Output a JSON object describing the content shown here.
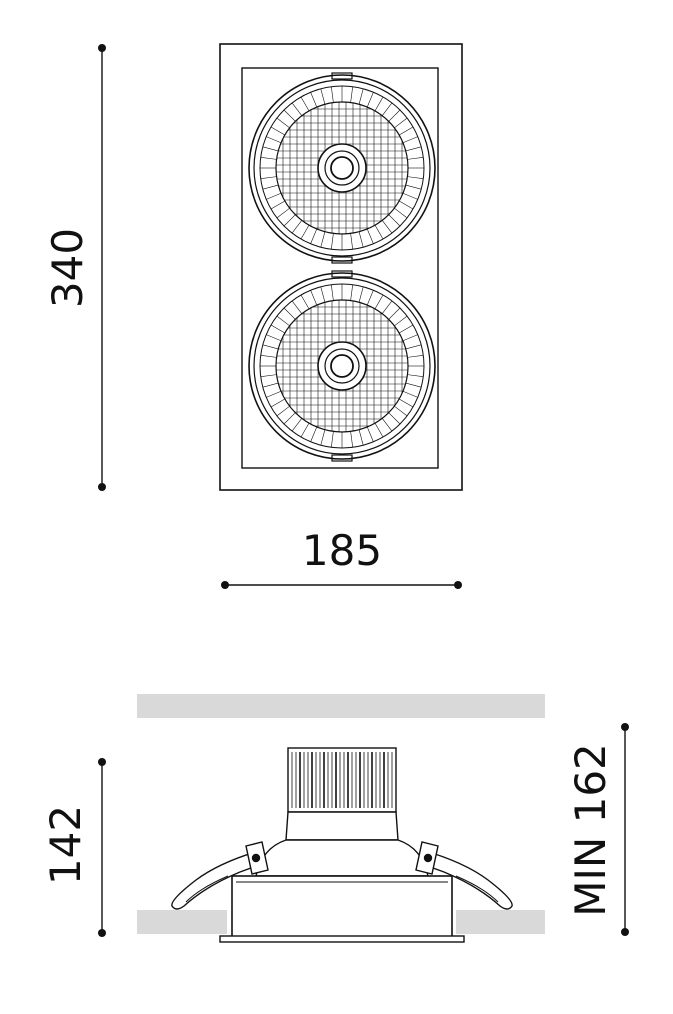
{
  "dimensions": {
    "top_height": "340",
    "top_width": "185",
    "side_height": "142",
    "side_min_cutout": "MIN 162"
  },
  "colors": {
    "line": "#111111",
    "ceiling": "#d9d9d9"
  },
  "lamp_count": 2
}
